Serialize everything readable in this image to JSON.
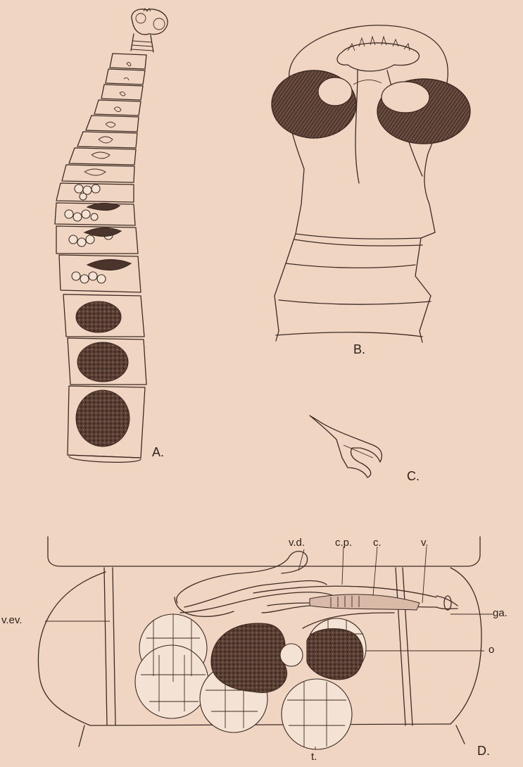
{
  "figure_labels": {
    "a": "A.",
    "b": "B.",
    "c": "C.",
    "d": "D."
  },
  "annotation_labels": {
    "vd": "v.d.",
    "cp": "c.p.",
    "c": "c.",
    "v": "v.",
    "ga": "ga.",
    "vev": "v.ev.",
    "o": "o",
    "t": "t."
  },
  "colors": {
    "paper": "#f0d6c2",
    "ink": "#3c2a22"
  }
}
